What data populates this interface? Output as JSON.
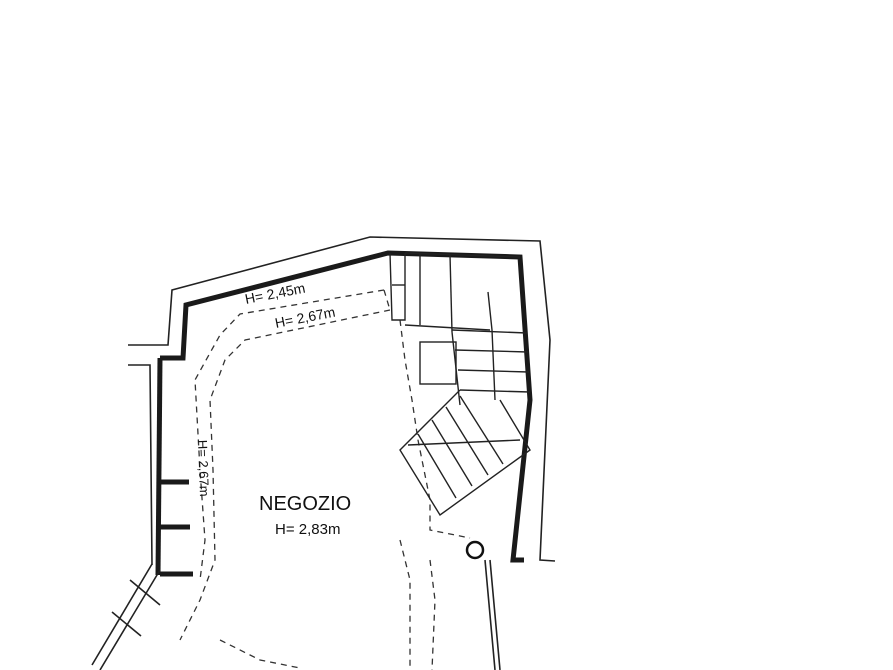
{
  "floorplan": {
    "room": {
      "name": "NEGOZIO",
      "height": "H= 2,83m"
    },
    "annotations": {
      "ceiling_top": "H= 2,45m",
      "ceiling_inner": "H= 2,67m",
      "ceiling_left": "H= 2,67m"
    }
  }
}
